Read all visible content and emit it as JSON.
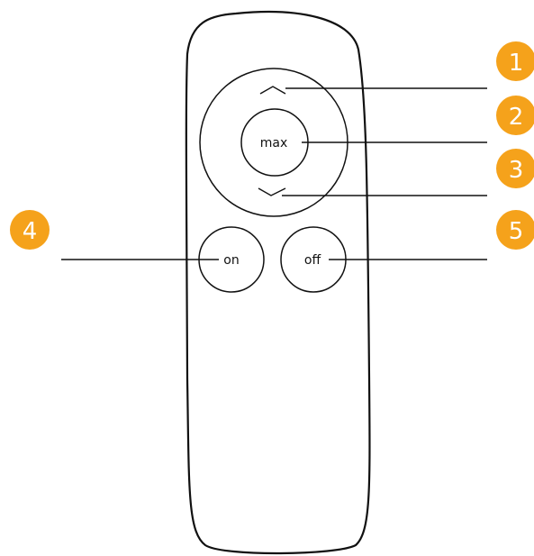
{
  "colors": {
    "badge": "#f5a21b",
    "stroke": "#111111",
    "background": "#ffffff"
  },
  "remote": {
    "icon_up": "chevron-up-icon",
    "icon_down": "chevron-down-icon",
    "max_label": "max",
    "on_label": "on",
    "off_label": "off"
  },
  "callouts": [
    {
      "number": "1",
      "target": "up-button"
    },
    {
      "number": "2",
      "target": "max-button"
    },
    {
      "number": "3",
      "target": "down-button"
    },
    {
      "number": "4",
      "target": "on-button"
    },
    {
      "number": "5",
      "target": "off-button"
    }
  ]
}
